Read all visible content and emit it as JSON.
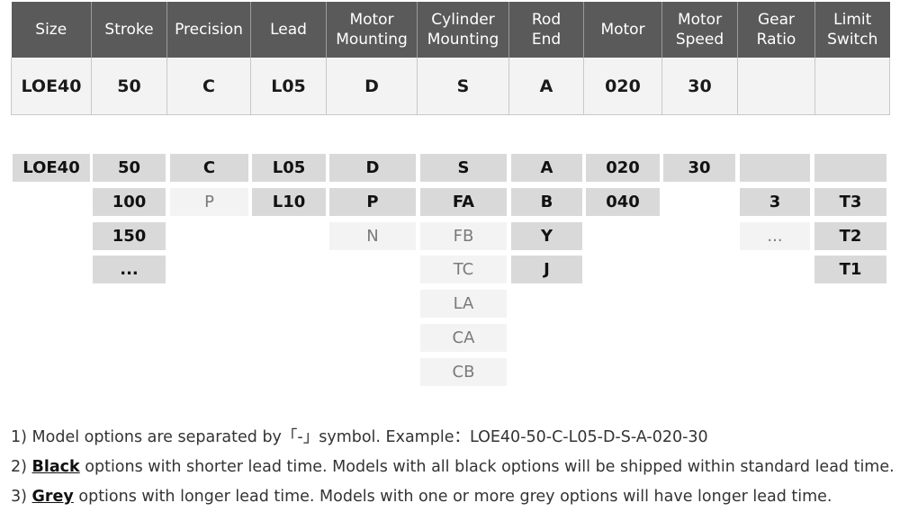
{
  "headers": [
    "Size",
    "Stroke",
    "Precision",
    "Lead",
    "Motor\nMounting",
    "Cylinder\nMounting",
    "Rod\nEnd",
    "Motor",
    "Motor\nSpeed",
    "Gear\nRatio",
    "Limit\nSwitch"
  ],
  "header_lines": [
    [
      "Size"
    ],
    [
      "Stroke"
    ],
    [
      "Precision"
    ],
    [
      "Lead"
    ],
    [
      "Motor",
      "Mounting"
    ],
    [
      "Cylinder",
      "Mounting"
    ],
    [
      "Rod",
      "End"
    ],
    [
      "Motor"
    ],
    [
      "Motor",
      "Speed"
    ],
    [
      "Gear",
      "Ratio"
    ],
    [
      "Limit",
      "Switch"
    ]
  ],
  "selected_row": [
    "LOE40",
    "50",
    "C",
    "L05",
    "D",
    "S",
    "A",
    "020",
    "30",
    "",
    ""
  ],
  "options": {
    "size": {
      "selected": "LOE40",
      "black": [],
      "grey": []
    },
    "stroke": {
      "selected": "50",
      "black": [
        "100",
        "150",
        "..."
      ],
      "grey": []
    },
    "precision": {
      "selected": "C",
      "black": [],
      "grey": [
        "P"
      ]
    },
    "lead": {
      "selected": "L05",
      "black": [
        "L10"
      ],
      "grey": []
    },
    "motor_mounting": {
      "selected": "D",
      "black": [
        "P"
      ],
      "grey": [
        "N"
      ]
    },
    "cylinder_mounting": {
      "selected": "S",
      "black": [
        "FA"
      ],
      "grey": [
        "FB",
        "TC",
        "LA",
        "CA",
        "CB"
      ]
    },
    "rod_end": {
      "selected": "A",
      "black": [
        "B",
        "Y",
        "J"
      ],
      "grey": []
    },
    "motor": {
      "selected": "020",
      "black": [
        "040"
      ],
      "grey": []
    },
    "motor_speed": {
      "selected": "30",
      "black": [],
      "grey": []
    },
    "gear_ratio": {
      "selected": "",
      "black": [
        "3"
      ],
      "grey": [
        "..."
      ]
    },
    "limit_switch": {
      "selected": "",
      "black": [
        "T3",
        "T2",
        "T1"
      ],
      "grey": []
    }
  },
  "notes": {
    "n1": "1) Model options are separated by「-」symbol. Example：LOE40-50-C-L05-D-S-A-020-30",
    "n2_prefix": "2) ",
    "n2_key": "Black",
    "n2_rest": " options with shorter lead time. Models with all black options will be shipped within standard lead time.",
    "n3_prefix": "3) ",
    "n3_key": "Grey",
    "n3_rest": " options with longer lead time. Models with one or more grey options will have longer lead time."
  },
  "colors": {
    "header_bg": "#5a5a5a",
    "option_black_bg": "#d9d9d9",
    "option_grey_bg": "#f3f3f3",
    "grey_text": "#7a7a7a"
  }
}
